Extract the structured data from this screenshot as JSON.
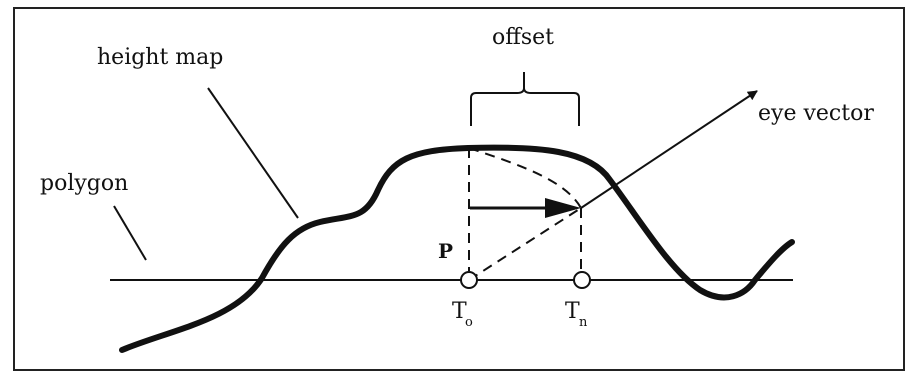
{
  "labels": {
    "offset": "offset",
    "height_map": "height map",
    "eye_vector": "eye vector",
    "polygon": "polygon",
    "p": "P",
    "t_o_main": "T",
    "t_o_sub": "o",
    "t_n_main": "T",
    "t_n_sub": "n"
  },
  "colors": {
    "ink": "#111111",
    "frame": "#222222",
    "background": "#ffffff"
  }
}
